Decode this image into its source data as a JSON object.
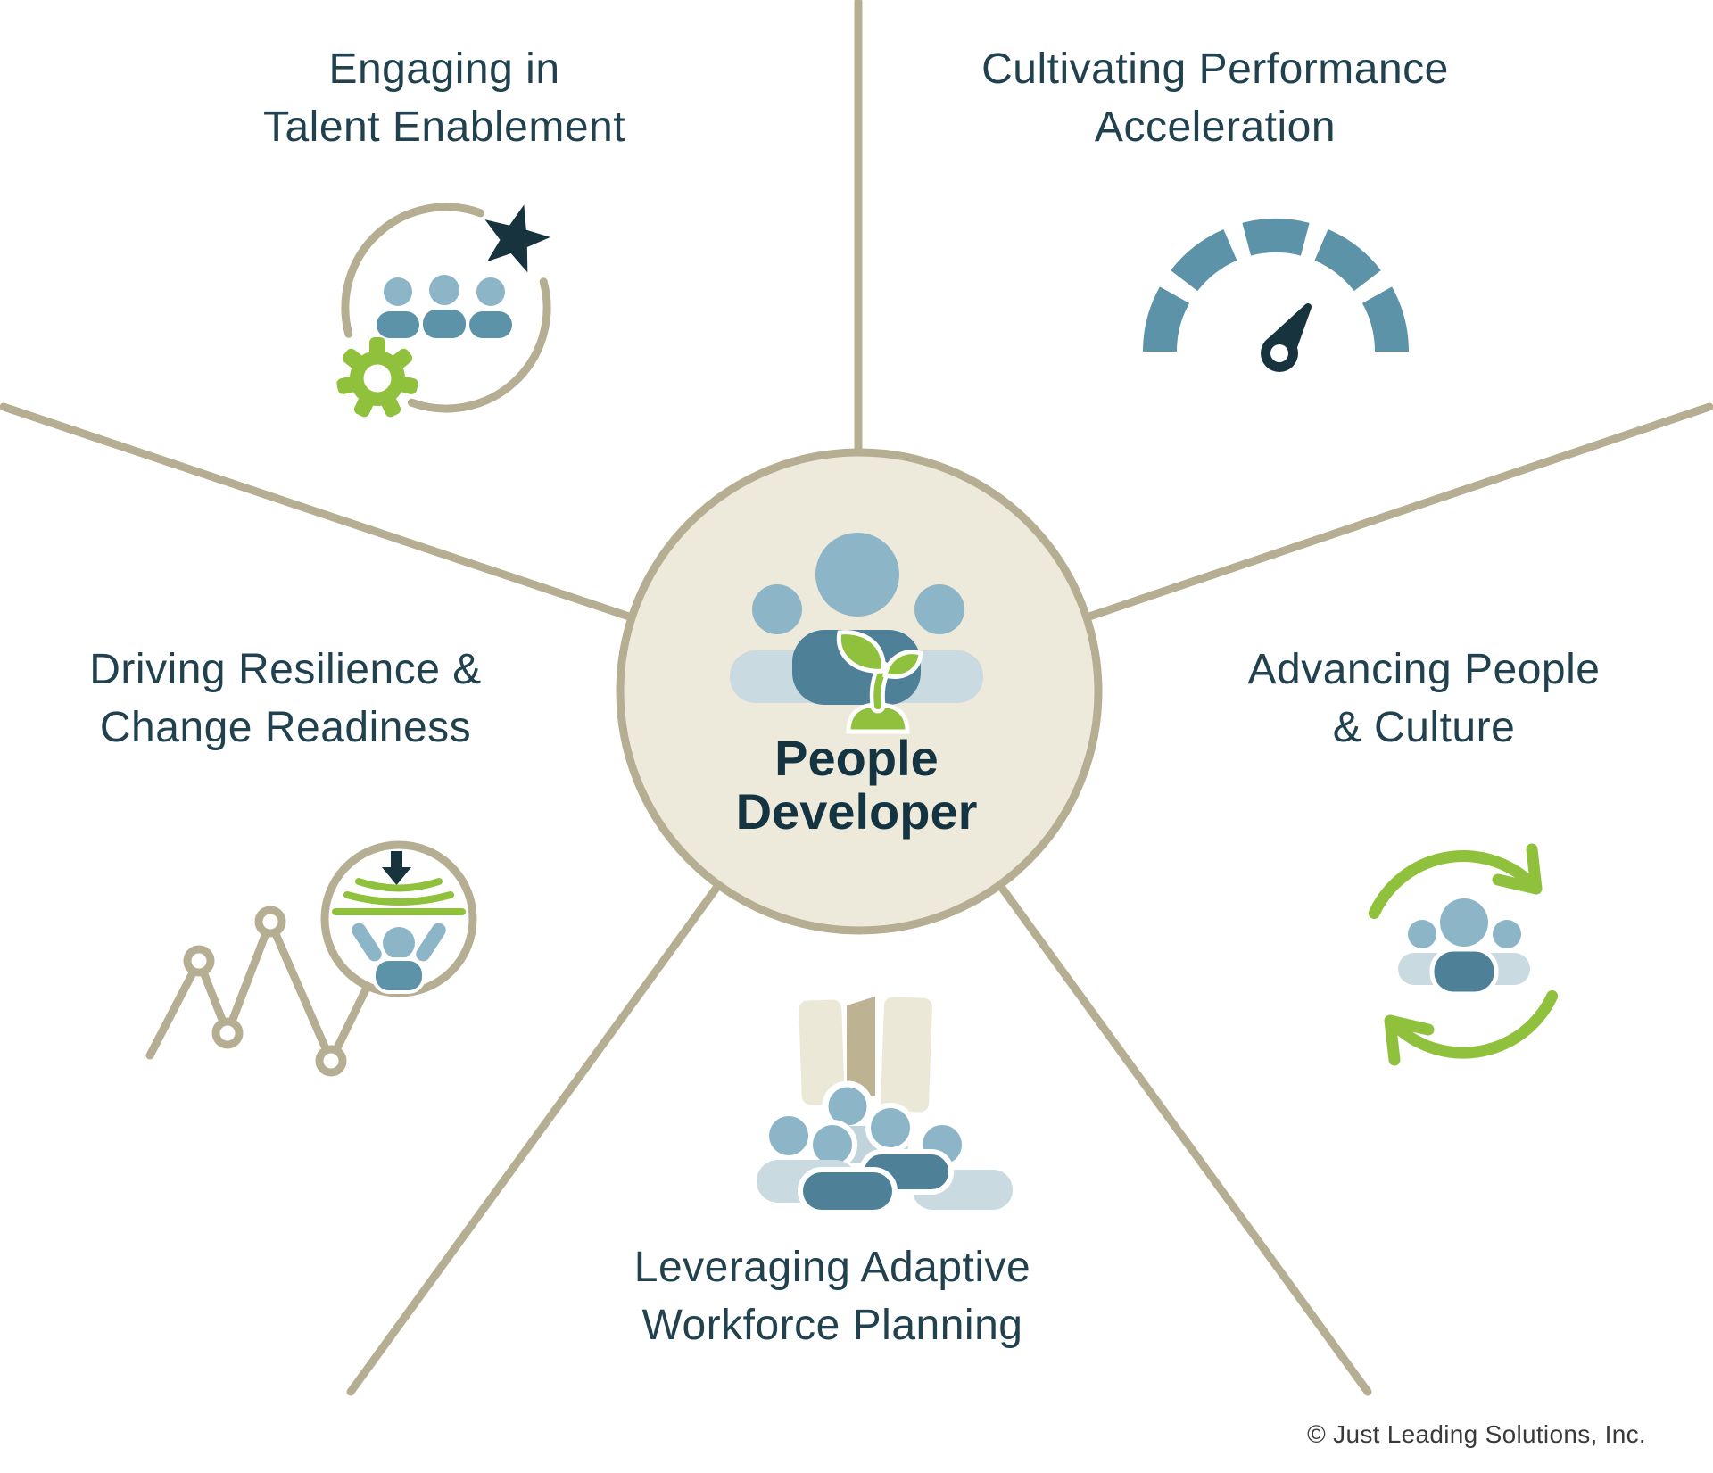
{
  "page": {
    "background": "#ffffff"
  },
  "center": {
    "title_line1": "People",
    "title_line2": "Developer",
    "icon": "people-group-sprout-icon"
  },
  "segments": [
    {
      "label_line1": "Engaging in",
      "label_line2": "Talent Enablement",
      "icon": "team-star-gear-circle-icon"
    },
    {
      "label_line1": "Cultivating Performance",
      "label_line2": "Acceleration",
      "icon": "speedometer-gauge-icon"
    },
    {
      "label_line1": "Advancing People",
      "label_line2": "& Culture",
      "icon": "team-refresh-cycle-icon"
    },
    {
      "label_line1": "Leveraging Adaptive",
      "label_line2": "Workforce Planning",
      "icon": "map-crowd-icon"
    },
    {
      "label_line1": "Driving Resilience &",
      "label_line2": "Change Readiness",
      "icon": "trend-line-pressure-icon"
    }
  ],
  "footer": {
    "copyright": "© Just Leading Solutions, Inc."
  },
  "colors": {
    "label_text": "#20414d",
    "center_text": "#143441",
    "copyright_text": "#3a3a3a",
    "tan": "#b6ae93",
    "cream": "#edeadb",
    "head_blue": "#8db5c8",
    "body_teal": "#5d93a9",
    "dark_teal": "#4e8097",
    "pale_blue": "#c9dae1",
    "pale_blue2": "#c2d4db",
    "green": "#8fc13d",
    "navy": "#16333e",
    "map_cream": "#ebe8d7",
    "map_tan": "#bdb292"
  }
}
